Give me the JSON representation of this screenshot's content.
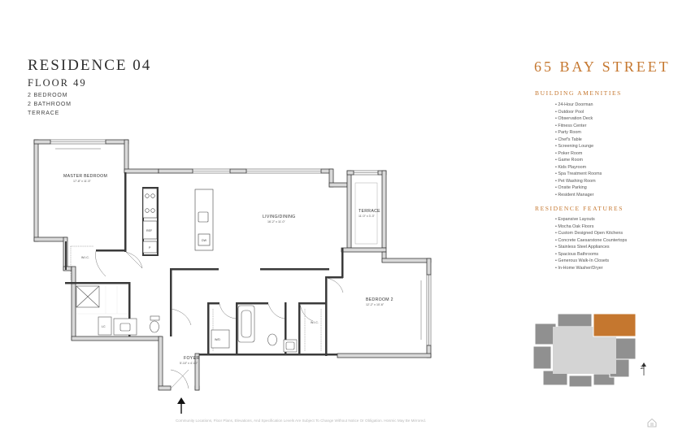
{
  "residence": {
    "title": "RESIDENCE 04",
    "floor": "FLOOR 49",
    "details": [
      "2 BEDROOM",
      "2 BATHROOM",
      "TERRACE"
    ]
  },
  "building": {
    "name": "65 BAY STREET",
    "amenities_title": "BUILDING AMENITIES",
    "amenities": [
      "• 24-Hour Doorman",
      "• Outdoor Pool",
      "• Observation Deck",
      "• Fitness Center",
      "• Party Room",
      "• Chef's Table",
      "• Screening Lounge",
      "• Poker Room",
      "• Game Room",
      "• Kids Playroom",
      "• Spa Treatment Rooms",
      "• Pet Washing Room",
      "• Onsite Parking",
      "• Resident Manager"
    ],
    "features_title": "RESIDENCE FEATURES",
    "features": [
      "• Expansive Layouts",
      "• Mocha Oak Floors",
      "• Custom Designed Open Kitchens",
      "• Concrete Caesarstone Countertops",
      "• Stainless Steel Appliances",
      "• Spacious Bathrooms",
      "• Generous Walk-In Closets",
      "• In-Home Washer/Dryer"
    ]
  },
  "plan": {
    "rooms": {
      "master_bedroom": {
        "name": "MASTER BEDROOM",
        "dims": "17'-8\" x 11'-5\""
      },
      "living_dining": {
        "name": "LIVING/DINING",
        "dims": "16'-2\" x 11'-0\""
      },
      "terrace": {
        "name": "TERRACE",
        "dims": "11'-0\" x 3'-3\""
      },
      "bedroom2": {
        "name": "BEDROOM 2",
        "dims": "12'-2\" x 10'-6\""
      },
      "foyer": {
        "name": "FOYER",
        "dims": "5'-10\" x 4'-10\""
      }
    },
    "fixtures": {
      "wic1": "W.I.C.",
      "wic2": "W.I.C.",
      "lc": "LC",
      "wd": "W/D",
      "ref": "REF",
      "dw": "DW",
      "pantry": "P"
    }
  },
  "keyplan": {
    "north": "N",
    "colors": {
      "highlight": "#c5772f",
      "units": "#909090",
      "core": "#d4d4d4"
    }
  },
  "disclaimer": "Community Locations, Floor Plans, Elevations, And Specification Levels Are Subject To Change Without Notice Or Obligation. Hosmic May Be Mirrored.",
  "colors": {
    "accent": "#c5772f",
    "wall": "#3a3a3a",
    "wall_fill": "#d9d9d9"
  }
}
